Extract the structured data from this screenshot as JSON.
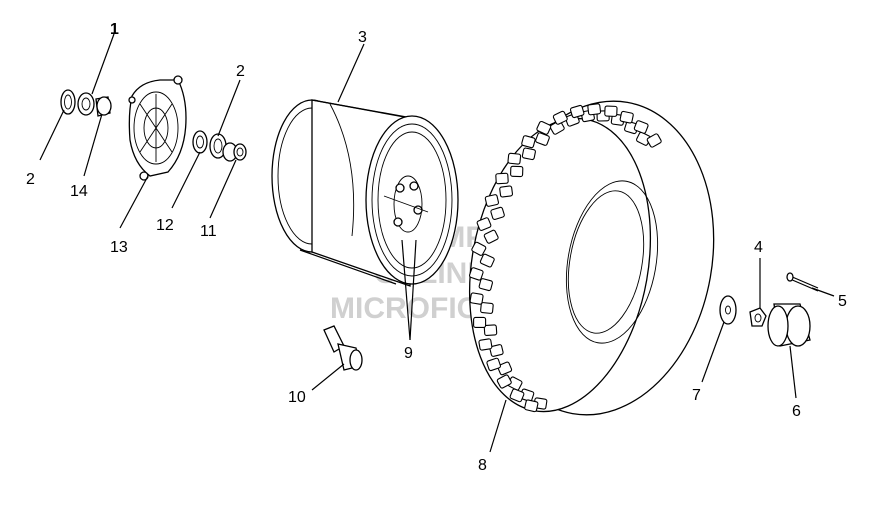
{
  "callouts": {
    "c1": "1",
    "c2a": "2",
    "c2b": "2",
    "c3": "3",
    "c4": "4",
    "c5": "5",
    "c6": "6",
    "c7": "7",
    "c8": "8",
    "c9": "9",
    "c10": "10",
    "c11": "11",
    "c12": "12",
    "c13": "13",
    "c14": "14"
  },
  "watermark": {
    "line1": "JH-SMP",
    "line2": "ONLINE",
    "line3": "MICROFICHE"
  }
}
